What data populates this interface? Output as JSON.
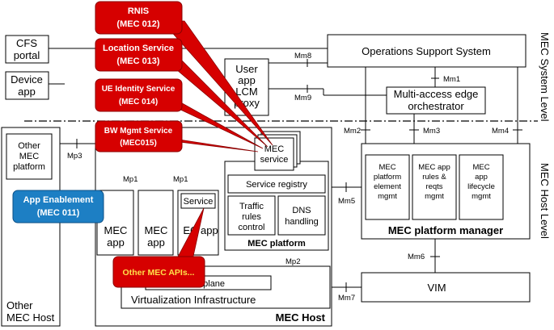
{
  "colors": {
    "red_fill": "#d60000",
    "red_dark": "#8a0000",
    "blue_fill": "#1d7fc4",
    "blue_dark": "#0b4f86",
    "yellow_text": "#ffe14a",
    "line": "#000000",
    "box_border": "#000000"
  },
  "levels": {
    "system": "MEC System Level",
    "host": "MEC Host Level"
  },
  "boxes": {
    "cfs_portal": [
      "CFS",
      "portal"
    ],
    "device_app": [
      "Device",
      "app"
    ],
    "user_app_lcm_proxy": [
      "User",
      "app",
      "LCM",
      "proxy"
    ],
    "oss": "Operations Support System",
    "orchestrator": [
      "Multi-access edge",
      "orchestrator"
    ],
    "other_mec_platform": [
      "Other",
      "MEC",
      "platform"
    ],
    "other_mec_host": [
      "Other",
      "MEC Host"
    ],
    "mec_service": [
      "MEC",
      "service"
    ],
    "service_registry": "Service registry",
    "traffic_rules": [
      "Traffic",
      "rules",
      "control"
    ],
    "dns_handling": [
      "DNS",
      "handling"
    ],
    "mec_platform": "MEC platform",
    "mec_app_1": [
      "MEC",
      "app"
    ],
    "mec_app_2": [
      "MEC",
      "app"
    ],
    "mec_app_3_partial": "EC app",
    "service_small": "Service",
    "data_plane": "a plane",
    "virtualization_infrastructure": "Virtualization Infrastructure",
    "mec_host": "MEC Host",
    "platform_element_mgmt": [
      "MEC",
      "platform",
      "element",
      "mgmt"
    ],
    "app_rules_reqts_mgmt": [
      "MEC app",
      "rules &",
      "reqts",
      "mgmt"
    ],
    "app_lifecycle_mgmt": [
      "MEC",
      "app",
      "lifecycle",
      "mgmt"
    ],
    "mec_platform_manager": "MEC platform manager",
    "vim": "VIM"
  },
  "reference_points": {
    "mm8": "Mm8",
    "mm9": "Mm9",
    "mm1": "Mm1",
    "mm2": "Mm2",
    "mm3": "Mm3",
    "mm4": "Mm4",
    "mm5": "Mm5",
    "mm6": "Mm6",
    "mm7": "Mm7",
    "mp1_a": "Mp1",
    "mp1_b": "Mp1",
    "mp2": "Mp2",
    "mp3": "Mp3"
  },
  "callouts": {
    "rnis": [
      "RNIS",
      "(MEC 012)"
    ],
    "location_service": [
      "Location Service",
      "(MEC 013)"
    ],
    "ue_identity": [
      "UE Identity Service",
      "(MEC 014)"
    ],
    "bw_mgmt": [
      "BW Mgmt Service",
      "(MEC015)"
    ],
    "app_enablement": [
      "App Enablement",
      "(MEC 011)"
    ],
    "other_apis": "Other MEC APIs..."
  }
}
